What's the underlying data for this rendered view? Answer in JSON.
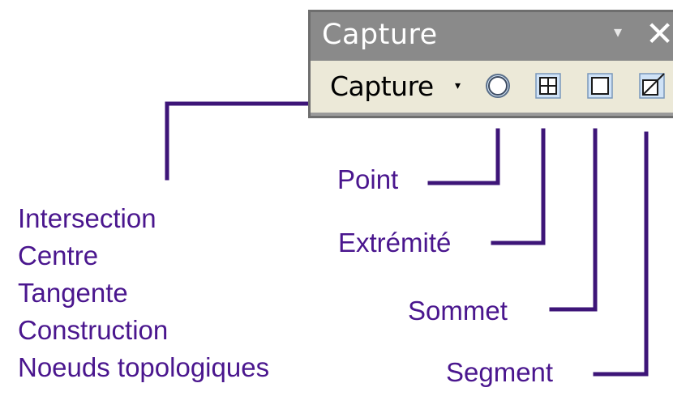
{
  "toolbar": {
    "title": "Capture",
    "dropdown_glyph": "▾",
    "close_glyph": "✕",
    "menu_label": "Capture",
    "menu_arrow": "▾",
    "buttons": [
      {
        "name": "point-snap",
        "icon": "circle-icon"
      },
      {
        "name": "end-snap",
        "icon": "grid-square-icon"
      },
      {
        "name": "vertex-snap",
        "icon": "square-icon"
      },
      {
        "name": "segment-snap",
        "icon": "segment-square-icon"
      }
    ]
  },
  "callouts": {
    "point": "Point",
    "end": "Extrémité",
    "vertex": "Sommet",
    "segment": "Segment"
  },
  "capture_modes": [
    "Intersection",
    "Centre",
    "Tangente",
    "Construction",
    "Noeuds topologiques"
  ],
  "colors": {
    "callout_line": "#3d1578",
    "label_text": "#4a168e",
    "titlebar": "#8a8a8a",
    "toolbar_bg": "#ece9d8"
  }
}
